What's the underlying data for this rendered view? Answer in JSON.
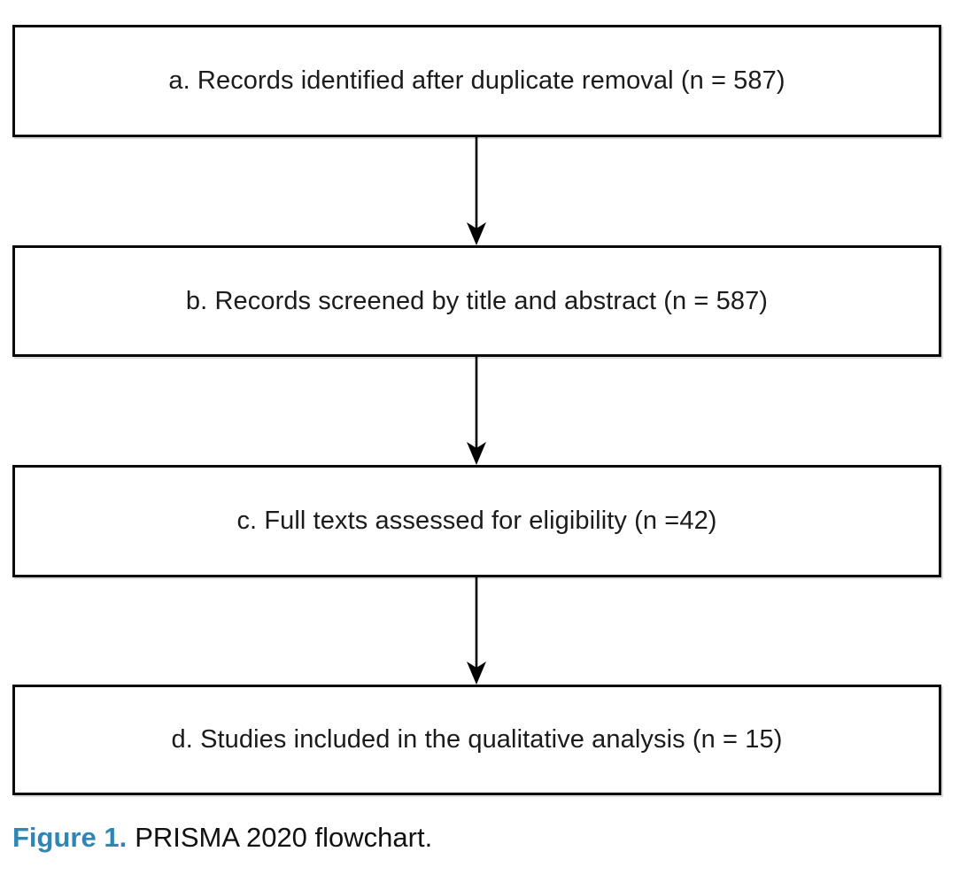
{
  "flowchart": {
    "boxes": [
      {
        "id": "a",
        "label": "a. Records identified after duplicate removal (n = 587)"
      },
      {
        "id": "b",
        "label": "b. Records screened by title and abstract (n = 587)"
      },
      {
        "id": "c",
        "label": "c. Full texts assessed for eligibility (n =42)"
      },
      {
        "id": "d",
        "label": "d. Studies included in the qualitative analysis (n = 15)"
      }
    ],
    "colors": {
      "box_border": "#0a0a0a",
      "box_shadow": "#dcdcdc",
      "arrow": "#000000",
      "text": "#1b1b1b"
    }
  },
  "figure": {
    "caption_label": "Figure 1.",
    "caption_text": "PRISMA 2020 flowchart.",
    "caption_label_color": "#2d86b5"
  }
}
